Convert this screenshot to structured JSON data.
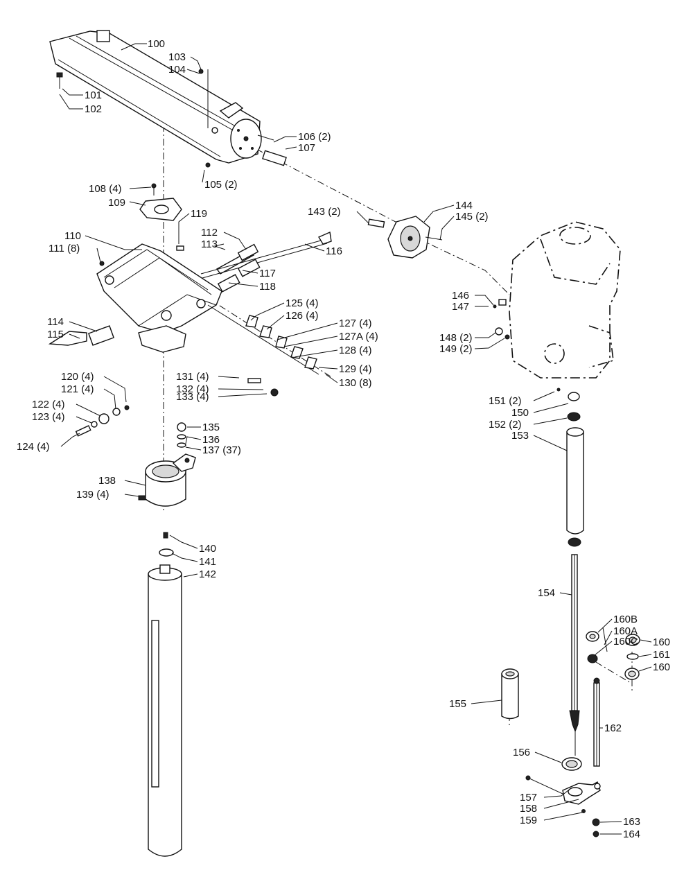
{
  "labels": {
    "p100": "100",
    "p101": "101",
    "p102": "102",
    "p103": "103",
    "p104": "104",
    "p105": "105 (2)",
    "p106": "106 (2)",
    "p107": "107",
    "p108": "108 (4)",
    "p109": "109",
    "p110": "110",
    "p111": "111 (8)",
    "p112": "112",
    "p113": "113",
    "p114": "114",
    "p115": "115",
    "p116": "116",
    "p117": "117",
    "p118": "118",
    "p119": "119",
    "p120": "120 (4)",
    "p121": "121 (4)",
    "p122": "122 (4)",
    "p123": "123 (4)",
    "p124": "124 (4)",
    "p125": "125 (4)",
    "p126": "126 (4)",
    "p127": "127 (4)",
    "p127a": "127A (4)",
    "p128": "128 (4)",
    "p129": "129 (4)",
    "p130": "130 (8)",
    "p131": "131 (4)",
    "p132": "132 (4)",
    "p133": "133 (4)",
    "p135": "135",
    "p136": "136",
    "p137": "137 (37)",
    "p138": "138",
    "p139": "139 (4)",
    "p140": "140",
    "p141": "141",
    "p142": "142",
    "p143": "143 (2)",
    "p144": "144",
    "p145": "145 (2)",
    "p146": "146",
    "p147": "147",
    "p148": "148 (2)",
    "p149": "149 (2)",
    "p150": "150",
    "p151": "151 (2)",
    "p152": "152 (2)",
    "p153": "153",
    "p154": "154",
    "p155": "155",
    "p156": "156",
    "p157": "157",
    "p158": "158",
    "p159": "159",
    "p160a": "160",
    "p160b": "160",
    "p160B": "160B",
    "p160A": "160A",
    "p160C": "160C",
    "p161": "161",
    "p162": "162",
    "p163": "163",
    "p164": "164"
  }
}
